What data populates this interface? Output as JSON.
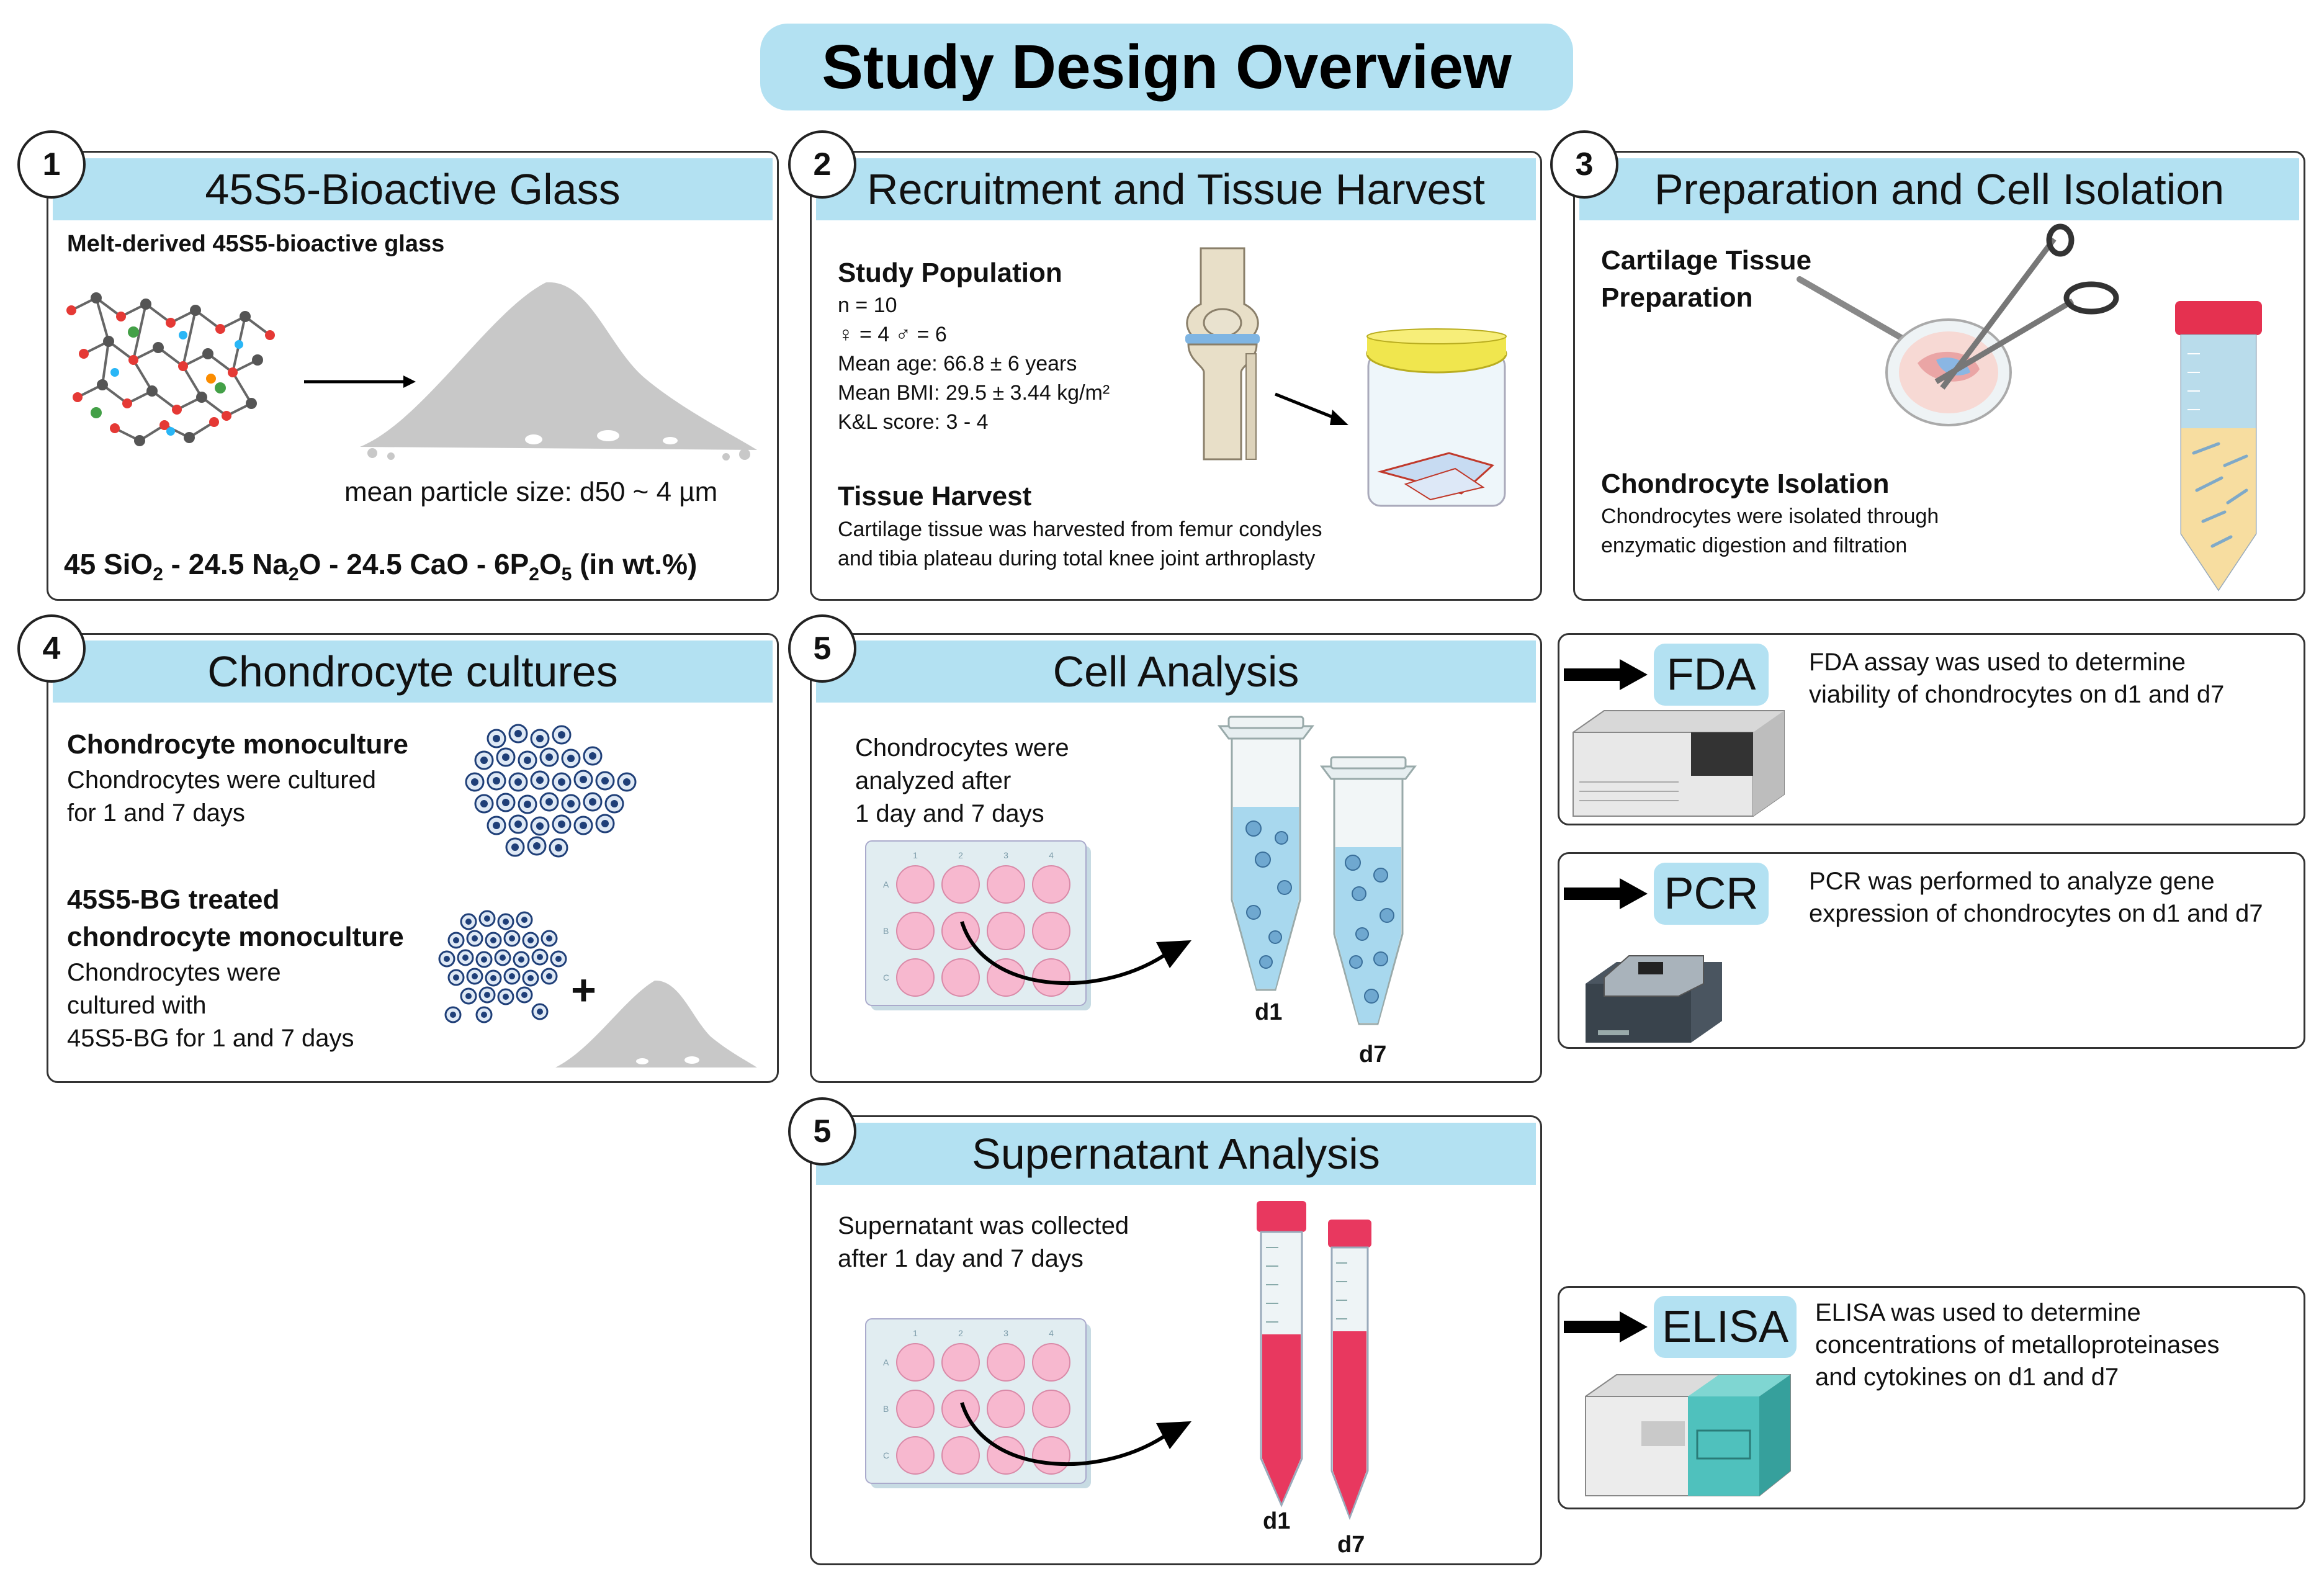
{
  "title": "Study Design Overview",
  "panels": {
    "p1": {
      "num": "1",
      "header": "45S5-Bioactive Glass",
      "subtitle": "Melt-derived 45S5-bioactive glass",
      "particle": "mean particle size: d50 ~ 4 µm",
      "formula": {
        "a": "45 SiO",
        "a_sub": "2",
        "b": " - 24.5 Na",
        "b_sub": "2",
        "c": "O - 24.5 CaO - 6P",
        "c_sub": "2",
        "d": "O",
        "d_sub": "5",
        "e": " (in wt.%)"
      }
    },
    "p2": {
      "num": "2",
      "header": "Recruitment and Tissue Harvest",
      "pop_title": "Study Population",
      "pop_lines": [
        "n = 10",
        "♀ = 4   ♂ = 6",
        "Mean age: 66.8 ± 6 years",
        "Mean BMI: 29.5 ± 3.44 kg/m²",
        "K&L score: 3 - 4"
      ],
      "harvest_title": "Tissue Harvest",
      "harvest_lines": [
        "Cartilage tissue was harvested from femur condyles",
        "and tibia plateau during total knee joint arthroplasty"
      ]
    },
    "p3": {
      "num": "3",
      "header": "Preparation and Cell Isolation",
      "prep_title_1": "Cartilage Tissue",
      "prep_title_2": "Preparation",
      "iso_title": "Chondrocyte Isolation",
      "iso_lines": [
        "Chondrocytes were isolated through",
        "enzymatic digestion and filtration"
      ]
    },
    "p4": {
      "num": "4",
      "header": "Chondrocyte cultures",
      "mono_title": "Chondrocyte monoculture",
      "mono_lines": [
        "Chondrocytes were cultured",
        "for 1 and 7 days"
      ],
      "bg_title_1": "45S5-BG treated",
      "bg_title_2": "chondrocyte monoculture",
      "bg_lines": [
        "Chondrocytes were",
        "cultured with",
        "45S5-BG for 1 and 7 days"
      ],
      "plus": "+"
    },
    "p5": {
      "num": "5",
      "header": "Cell Analysis",
      "lines": [
        "Chondrocytes were",
        "analyzed after",
        "1 day and 7 days"
      ],
      "d1": "d1",
      "d7": "d7"
    },
    "p6": {
      "num": "5",
      "header": "Supernatant Analysis",
      "lines": [
        "Supernatant was collected",
        "after 1 day and 7 days"
      ],
      "d1": "d1",
      "d7": "d7"
    },
    "plate": {
      "cols": [
        "1",
        "2",
        "3",
        "4"
      ],
      "rows": [
        "A",
        "B",
        "C"
      ]
    },
    "fda": {
      "label": "FDA",
      "lines": [
        "FDA assay was used to determine",
        "viability of chondrocytes on d1 and d7"
      ]
    },
    "pcr": {
      "label": "PCR",
      "lines": [
        "PCR was performed to analyze gene",
        "expression of chondrocytes on d1 and d7"
      ]
    },
    "elisa": {
      "label": "ELISA",
      "lines": [
        "ELISA was used to determine",
        "concentrations of metalloproteinases",
        "and cytokines on d1 and d7"
      ]
    }
  },
  "colors": {
    "header_bg": "#b3e1f2",
    "well_pink": "#f7b8cf",
    "tube_red": "#e8385f",
    "tube_blue": "#a8d8ee",
    "powder": "#c8c8c8"
  }
}
